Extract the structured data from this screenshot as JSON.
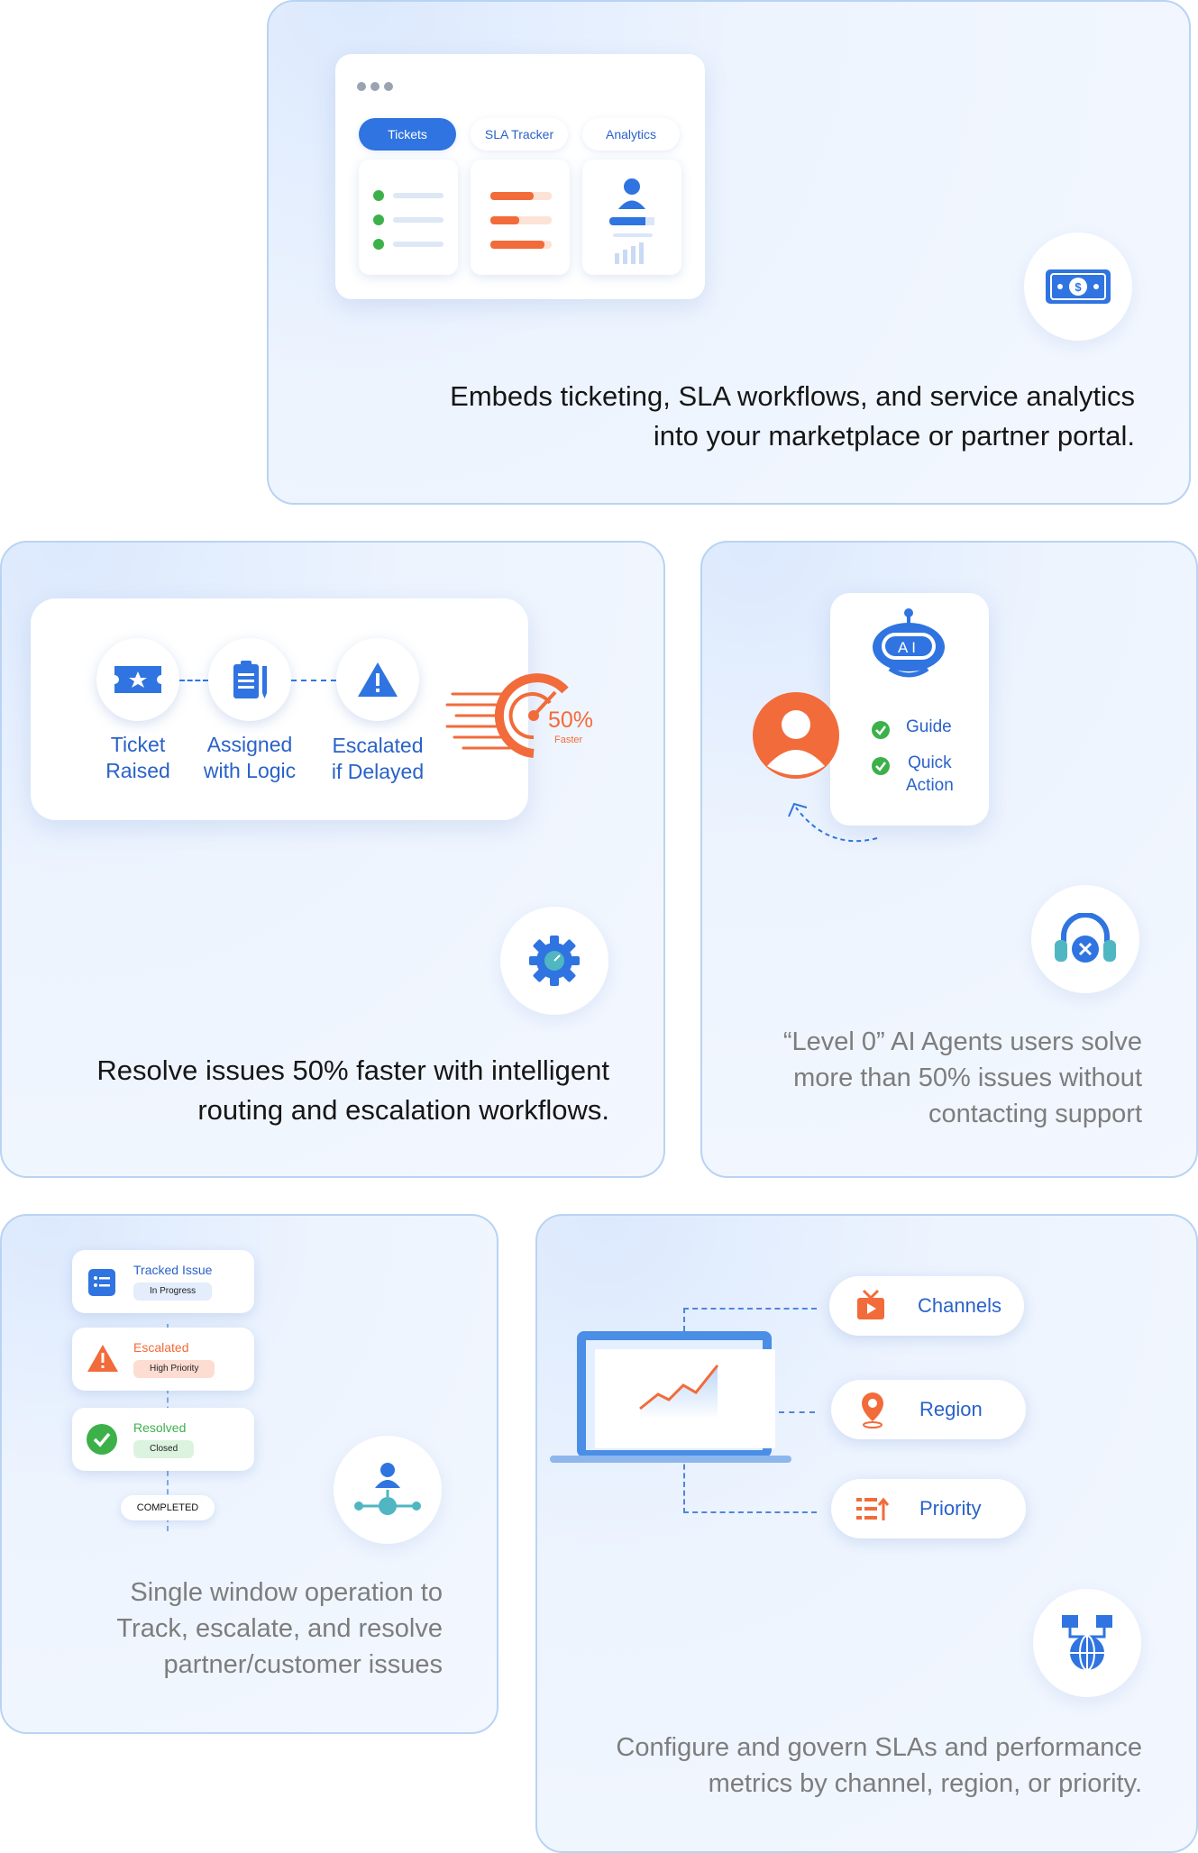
{
  "card_embed": {
    "tabs": [
      "Tickets",
      "SLA Tracker",
      "Analytics"
    ],
    "caption": [
      "Embeds ticketing, SLA workflows, and service analytics",
      "into your marketplace or partner portal."
    ],
    "icon": "money-bill-icon"
  },
  "card_resolve": {
    "steps": [
      {
        "line1": "Ticket",
        "line2": "Raised",
        "icon": "ticket-icon"
      },
      {
        "line1": "Assigned",
        "line2": "with Logic",
        "icon": "clipboard-icon"
      },
      {
        "line1": "Escalated",
        "line2": "if Delayed",
        "icon": "warning-icon"
      }
    ],
    "speed_value": "50%",
    "speed_label": "Faster",
    "caption": [
      "Resolve issues 50% faster with intelligent",
      "routing and escalation workflows."
    ],
    "icon": "gear-gauge-icon"
  },
  "card_ai": {
    "badge": "AI",
    "options": [
      {
        "line1": "Guide",
        "line2": ""
      },
      {
        "line1": "Quick",
        "line2": "Action"
      }
    ],
    "caption": [
      "“Level 0” AI Agents users solve",
      "more than 50% issues without",
      "contacting support"
    ],
    "icon": "headset-cancel-icon"
  },
  "card_track": {
    "statuses": [
      {
        "title": "Tracked Issue",
        "pill": "In Progress",
        "color": "#2a62c9",
        "pill_bg": "#e3edfb"
      },
      {
        "title": "Escalated",
        "pill": "High Priority",
        "color": "#f26b3a",
        "pill_bg": "#fddcd2"
      },
      {
        "title": "Resolved",
        "pill": "Closed",
        "color": "#3cb14a",
        "pill_bg": "#dcf3e0"
      }
    ],
    "completed": "COMPLETED",
    "caption": [
      "Single window operation to",
      "Track, escalate, and resolve",
      "partner/customer issues"
    ],
    "icon": "user-network-icon"
  },
  "card_sla": {
    "dimensions": [
      {
        "label": "Channels",
        "icon": "tv-icon"
      },
      {
        "label": "Region",
        "icon": "map-pin-icon"
      },
      {
        "label": "Priority",
        "icon": "priority-list-icon"
      }
    ],
    "caption": [
      "Configure and govern SLAs and performance",
      "metrics by channel, region, or priority."
    ],
    "icon": "globe-network-icon"
  },
  "colors": {
    "primary": "#2a62c9",
    "accent": "#f26b3a",
    "success": "#3cb14a"
  }
}
